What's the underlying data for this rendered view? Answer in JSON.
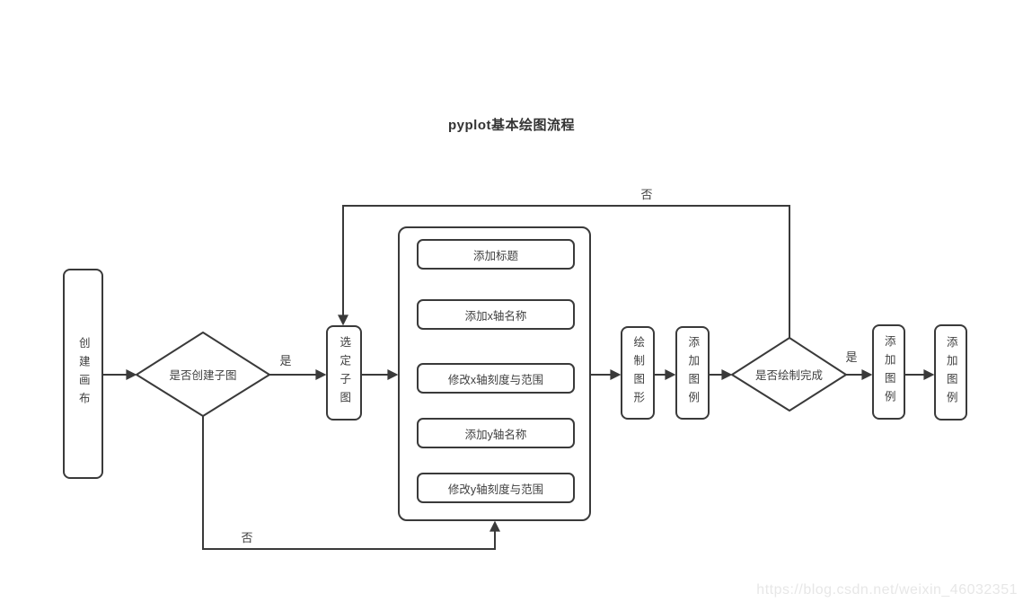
{
  "title": "pyplot基本绘图流程",
  "watermark": "https://blog.csdn.net/weixin_46032351",
  "colors": {
    "line": "#3a3a3a",
    "text": "#3f3f3f",
    "background": "#ffffff",
    "watermark": "#e7e7e7"
  },
  "nodes": {
    "create_canvas": "创建画布",
    "decision_create_subplot": "是否创建子图",
    "select_subplot": "选定子图",
    "steps": [
      "添加标题",
      "添加x轴名称",
      "修改x轴刻度与范围",
      "添加y轴名称",
      "修改y轴刻度与范围"
    ],
    "draw_figure": "绘制图形",
    "add_legend_1": "添加图例",
    "decision_draw_complete": "是否绘制完成",
    "add_legend_2": "添加图例",
    "add_legend_3": "添加图例"
  },
  "edge_labels": {
    "yes_create": "是",
    "no_create": "否",
    "yes_complete": "是",
    "no_complete": "否"
  }
}
